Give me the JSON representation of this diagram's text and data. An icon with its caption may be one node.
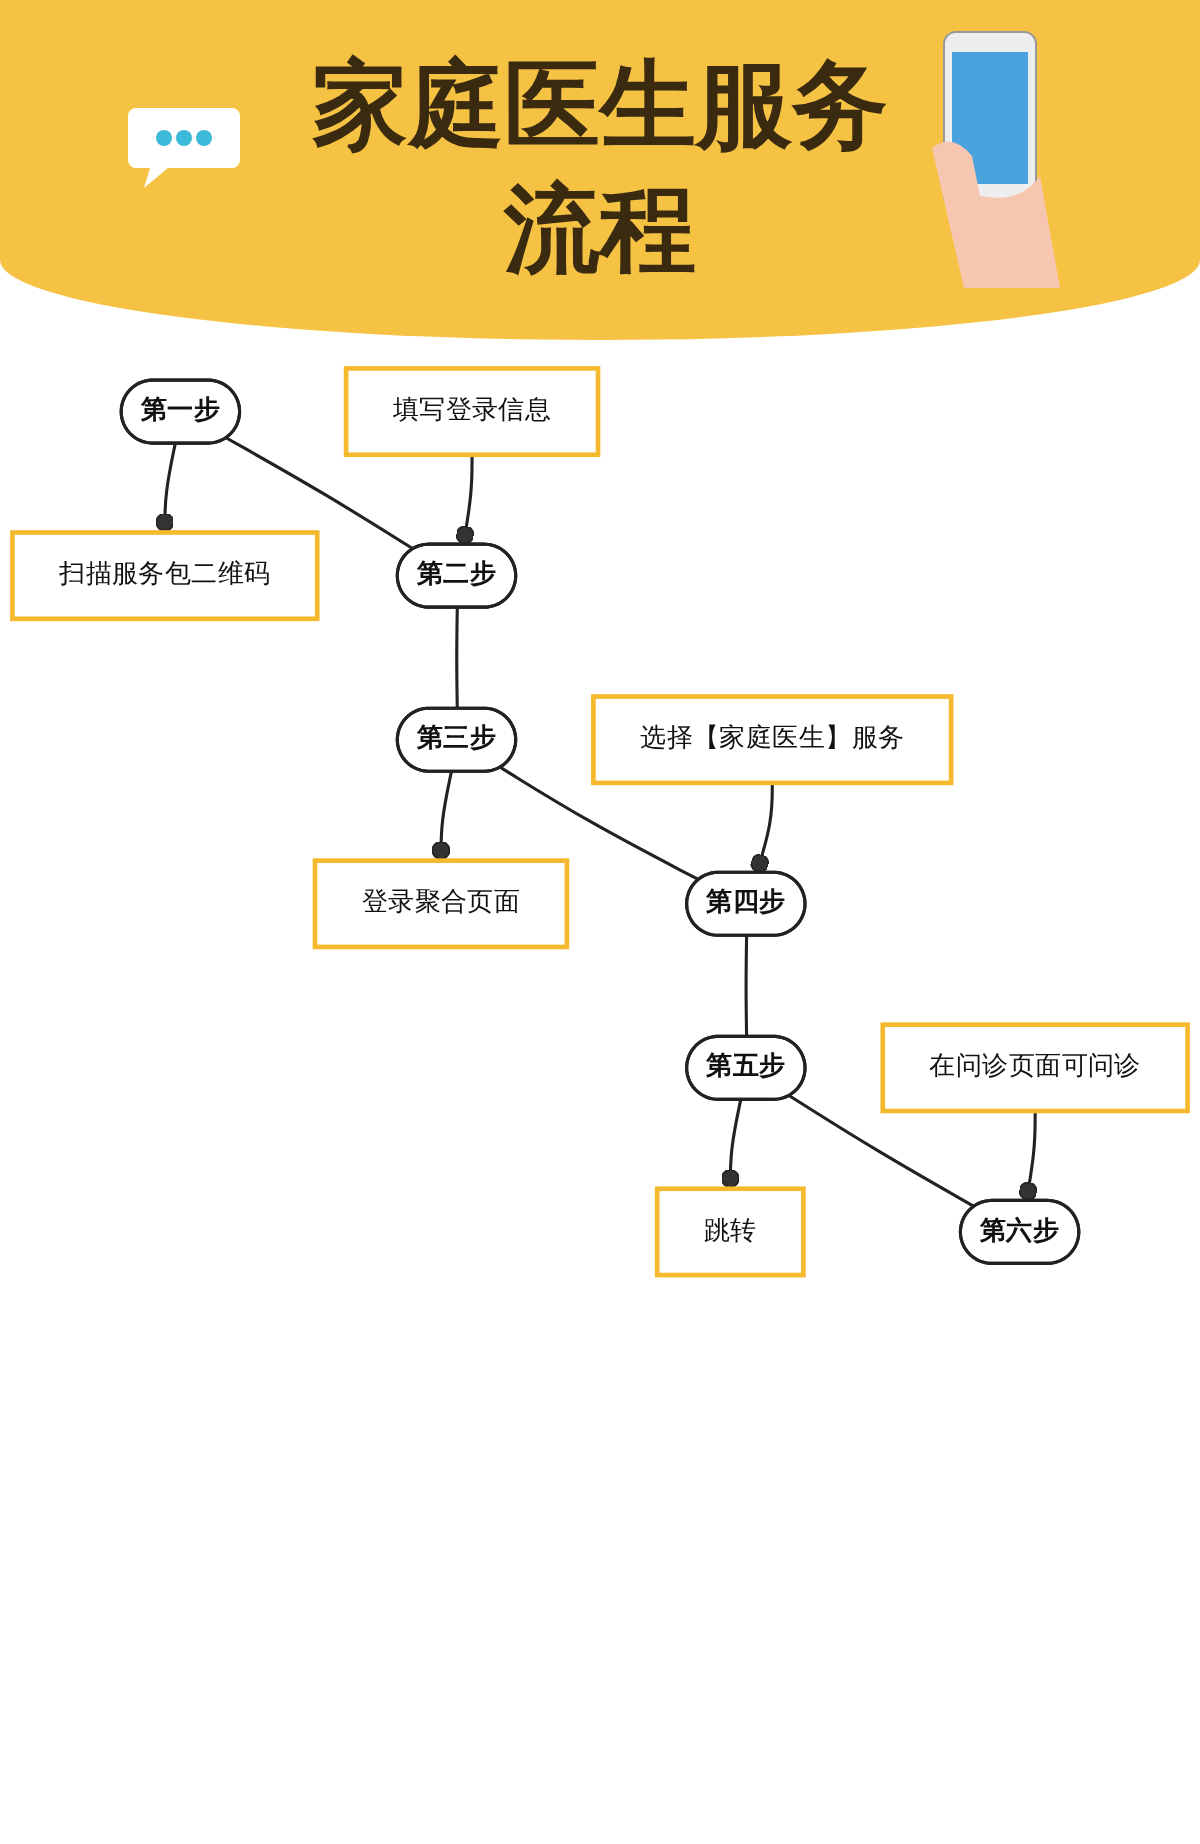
{
  "diagram": {
    "title": "家庭医生服务流程",
    "nodes": [
      {
        "text": [
          "扫描服务包二维码"
        ]
      },
      {
        "text": [
          "第一步"
        ]
      },
      {
        "text": [
          "第二步"
        ]
      },
      {
        "text": [
          "填写登录信息"
        ]
      },
      {
        "text": [
          "登录聚合页面"
        ]
      },
      {
        "text": [
          "第三步"
        ]
      },
      {
        "text": [
          "第四步"
        ]
      },
      {
        "text": [
          "选择【家庭医生】服务"
        ]
      },
      {
        "text": [
          "跳转"
        ]
      },
      {
        "text": [
          "第五步"
        ]
      },
      {
        "text": [
          "第六步"
        ]
      },
      {
        "text": [
          "在问诊页面可问诊"
        ]
      }
    ],
    "edges": [
      {
        "from": 1,
        "to": 0,
        "arrow": "other"
      },
      {
        "from": 3,
        "to": 2,
        "arrow": "other"
      },
      {
        "from": 5,
        "to": 4,
        "arrow": "other"
      },
      {
        "from": 7,
        "to": 6,
        "arrow": "other"
      },
      {
        "from": 9,
        "to": 8,
        "arrow": "other"
      },
      {
        "from": 11,
        "to": 10,
        "arrow": "other"
      },
      {
        "from": 1,
        "to": 2,
        "arrow": "none"
      },
      {
        "from": 2,
        "to": 5,
        "arrow": "none"
      },
      {
        "from": 5,
        "to": 6,
        "arrow": "none"
      },
      {
        "from": 6,
        "to": 9,
        "arrow": "none"
      },
      {
        "from": 9,
        "to": 10,
        "arrow": "none"
      }
    ]
  }
}
